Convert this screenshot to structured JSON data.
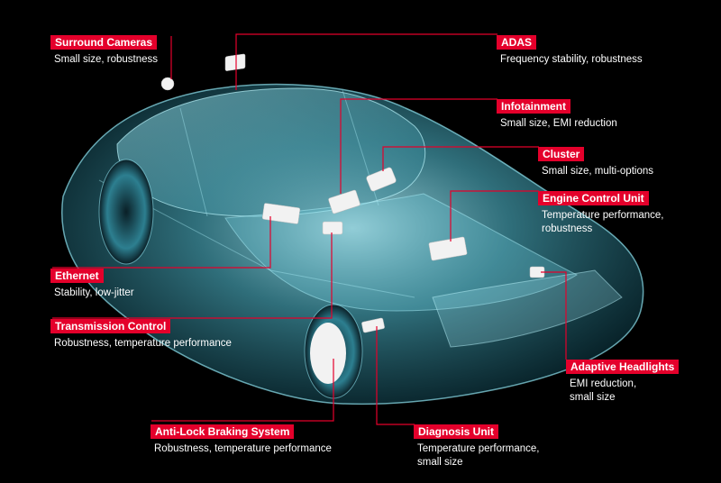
{
  "colors": {
    "background": "#000000",
    "accent": "#e4002b",
    "car_glow": "#5fd3e6",
    "component": "#f2f2f2"
  },
  "callouts": [
    {
      "id": "surround-cameras",
      "label": "Surround Cameras",
      "desc": [
        "Small size, robustness"
      ]
    },
    {
      "id": "adas",
      "label": "ADAS",
      "desc": [
        "Frequency stability, robustness"
      ]
    },
    {
      "id": "infotainment",
      "label": "Infotainment",
      "desc": [
        "Small size, EMI reduction"
      ]
    },
    {
      "id": "cluster",
      "label": "Cluster",
      "desc": [
        "Small size, multi-options"
      ]
    },
    {
      "id": "engine-control-unit",
      "label": "Engine Control Unit",
      "desc": [
        "Temperature performance,",
        "robustness"
      ]
    },
    {
      "id": "ethernet",
      "label": "Ethernet",
      "desc": [
        "Stability, low-jitter"
      ]
    },
    {
      "id": "transmission-control",
      "label": "Transmission Control",
      "desc": [
        "Robustness, temperature performance"
      ]
    },
    {
      "id": "adaptive-headlights",
      "label": "Adaptive Headlights",
      "desc": [
        "EMI reduction,",
        "small size"
      ]
    },
    {
      "id": "anti-lock-braking-system",
      "label": "Anti-Lock Braking System",
      "desc": [
        "Robustness, temperature performance"
      ]
    },
    {
      "id": "diagnosis-unit",
      "label": "Diagnosis Unit",
      "desc": [
        "Temperature performance,",
        "small size"
      ]
    }
  ]
}
